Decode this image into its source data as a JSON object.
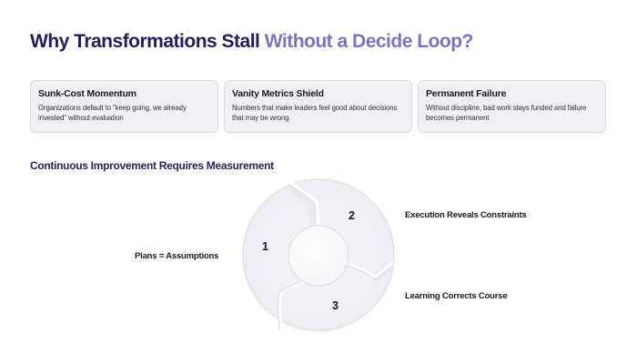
{
  "header": {
    "title_part1": "Why Transformations Stall",
    "title_part2": "Without a Decide Loop?"
  },
  "cards": [
    {
      "title": "Sunk-Cost Momentum",
      "description": "Organizations default to \"keep going, we already invested\" without evaluation"
    },
    {
      "title": "Vanity Metrics Shield",
      "description": "Numbers that make leaders feel good about decisions that may be wrong"
    },
    {
      "title": "Permanent Failure",
      "description": "Without discipline, bad work stays funded and failure becomes permanent"
    }
  ],
  "section": {
    "subtitle": "Continuous Improvement Requires Measurement"
  },
  "cycle": {
    "segments": [
      {
        "number": "1",
        "label": "Plans = Assumptions"
      },
      {
        "number": "2",
        "label": "Execution Reveals Constraints"
      },
      {
        "number": "3",
        "label": "Learning Corrects Course"
      }
    ]
  },
  "colors": {
    "title_dark": "#241c5c",
    "title_accent": "#7a74c0",
    "subtitle": "#2b2260",
    "card_bg": "#f1f1f5",
    "card_border": "#dcdce4",
    "segment_fill": "#efeff5",
    "segment_stroke": "#d8d8e2"
  }
}
